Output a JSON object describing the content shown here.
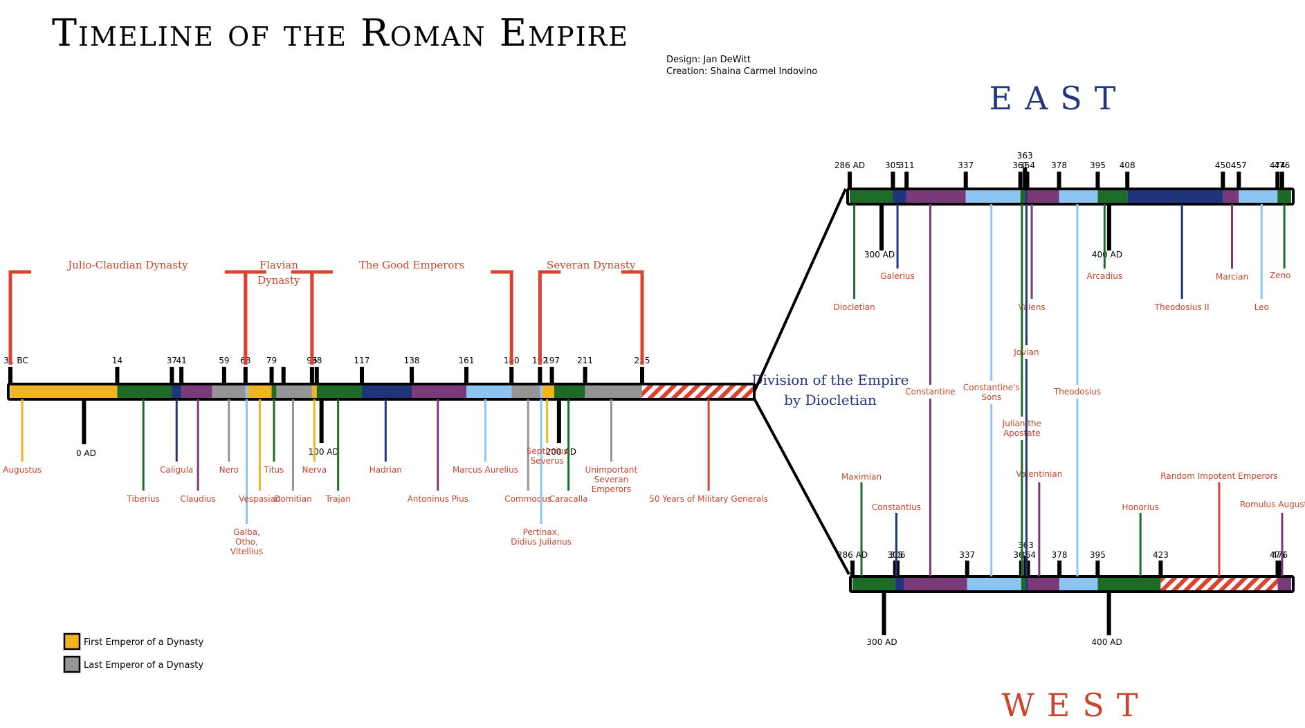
{
  "title": "Timeline of the Roman Empire",
  "credits": [
    "Design: Jan DeWitt",
    "Creation: Shaina Carmel Indovino"
  ],
  "labels": {
    "east": "EAST",
    "west": "WEST",
    "division": [
      "Division of the Empire",
      "by Diocletian"
    ]
  },
  "colors": {
    "gold": "#f0b323",
    "darkgreen": "#1d6b27",
    "navy": "#1f3479",
    "purple": "#7a3a7a",
    "gray": "#959595",
    "lightblue": "#8cc6f0",
    "red": "#d9432f",
    "black": "#000000",
    "text_red": "#c8452e",
    "text_blue": "#22357f"
  },
  "legend": [
    {
      "color": "gold",
      "label": "First Emperor of a Dynasty"
    },
    {
      "color": "gray",
      "label": "Last Emperor of a Dynasty"
    }
  ],
  "main": {
    "scale": [
      -31,
      235
    ],
    "segments": [
      {
        "from": -31,
        "to": 14,
        "color": "gold"
      },
      {
        "from": 14,
        "to": 37,
        "color": "darkgreen"
      },
      {
        "from": 37,
        "to": 41,
        "color": "navy"
      },
      {
        "from": 41,
        "to": 54,
        "color": "purple"
      },
      {
        "from": 54,
        "to": 68,
        "color": "gray"
      },
      {
        "from": 68,
        "to": 69,
        "color": "lightblue"
      },
      {
        "from": 69,
        "to": 79,
        "color": "gold"
      },
      {
        "from": 79,
        "to": 81,
        "color": "darkgreen"
      },
      {
        "from": 81,
        "to": 96,
        "color": "gray"
      },
      {
        "from": 96,
        "to": 98,
        "color": "gold"
      },
      {
        "from": 98,
        "to": 117,
        "color": "darkgreen"
      },
      {
        "from": 117,
        "to": 138,
        "color": "navy"
      },
      {
        "from": 138,
        "to": 161,
        "color": "purple"
      },
      {
        "from": 161,
        "to": 180,
        "color": "lightblue"
      },
      {
        "from": 180,
        "to": 192,
        "color": "gray"
      },
      {
        "from": 192,
        "to": 193,
        "color": "lightblue"
      },
      {
        "from": 193,
        "to": 198,
        "color": "gold"
      },
      {
        "from": 198,
        "to": 211,
        "color": "darkgreen"
      },
      {
        "from": 211,
        "to": 235,
        "color": "gray"
      }
    ],
    "hatched_end_label": "50 Years of Military Generals",
    "ticks": [
      {
        "year": -31,
        "label": "31 BC"
      },
      {
        "year": 14,
        "label": "14"
      },
      {
        "year": 37,
        "label": "37"
      },
      {
        "year": 41,
        "label": "41"
      },
      {
        "year": 59,
        "label": "59"
      },
      {
        "year": 68,
        "label": "68"
      },
      {
        "year": 79,
        "label": "79"
      },
      {
        "year": 84,
        "label": ""
      },
      {
        "year": 96,
        "label": "96"
      },
      {
        "year": 98,
        "label": "98"
      },
      {
        "year": 117,
        "label": "117"
      },
      {
        "year": 138,
        "label": "138"
      },
      {
        "year": 161,
        "label": "161"
      },
      {
        "year": 180,
        "label": "180"
      },
      {
        "year": 192,
        "label": "192"
      },
      {
        "year": 197,
        "label": "197"
      },
      {
        "year": 211,
        "label": "211"
      },
      {
        "year": 235,
        "label": "235"
      }
    ],
    "markers": [
      {
        "year": 0,
        "label": "0 AD"
      },
      {
        "year": 100,
        "label": "100 AD"
      },
      {
        "year": 200,
        "label": "200 AD"
      }
    ],
    "emperors": [
      {
        "year": -26,
        "color": "gold",
        "label": "Augustus"
      },
      {
        "year": 25,
        "color": "darkgreen",
        "label": "Tiberius"
      },
      {
        "year": 39,
        "color": "navy",
        "label": "Caligula"
      },
      {
        "year": 48,
        "color": "purple",
        "label": "Claudius"
      },
      {
        "year": 61,
        "color": "gray",
        "label": "Nero"
      },
      {
        "year": 68.5,
        "color": "lightblue",
        "label": "Galba,\nOtho,\nVitellius"
      },
      {
        "year": 74,
        "color": "gold",
        "label": "Vespasian"
      },
      {
        "year": 80,
        "color": "darkgreen",
        "label": "Titus"
      },
      {
        "year": 88,
        "color": "gray",
        "label": "Domitian"
      },
      {
        "year": 97,
        "color": "gold",
        "label": "Nerva"
      },
      {
        "year": 107,
        "color": "darkgreen",
        "label": "Trajan"
      },
      {
        "year": 127,
        "color": "navy",
        "label": "Hadrian"
      },
      {
        "year": 149,
        "color": "purple",
        "label": "Antoninus Pius"
      },
      {
        "year": 169,
        "color": "lightblue",
        "label": "Marcus Aurelius"
      },
      {
        "year": 187,
        "color": "gray",
        "label": "Commodus"
      },
      {
        "year": 192.5,
        "color": "lightblue",
        "label": "Pertinax,\nDidius Julianus"
      },
      {
        "year": 195,
        "color": "gold",
        "label": "Septimius\nSeverus"
      },
      {
        "year": 204,
        "color": "darkgreen",
        "label": "Caracalla"
      },
      {
        "year": 222,
        "color": "gray",
        "label": "Unimportant\nSeveran\nEmperors"
      },
      {
        "year": 263,
        "color": "red",
        "label": "50 Years of Military Generals"
      }
    ],
    "dynasties": [
      {
        "label": "Julio-Claudian Dynasty",
        "from": -31,
        "to": 68
      },
      {
        "label": "Flavian\nDynasty",
        "from": 68,
        "to": 96
      },
      {
        "label": "The Good Emperors",
        "from": 96,
        "to": 180
      },
      {
        "label": "Severan Dynasty",
        "from": 192,
        "to": 235
      }
    ]
  },
  "east": {
    "scale": [
      286,
      480
    ],
    "segments": [
      {
        "from": 286,
        "to": 305,
        "color": "darkgreen"
      },
      {
        "from": 305,
        "to": 311,
        "color": "navy"
      },
      {
        "from": 311,
        "to": 337,
        "color": "purple"
      },
      {
        "from": 337,
        "to": 361,
        "color": "lightblue"
      },
      {
        "from": 361,
        "to": 363,
        "color": "darkgreen"
      },
      {
        "from": 363,
        "to": 364,
        "color": "navy"
      },
      {
        "from": 364,
        "to": 378,
        "color": "purple"
      },
      {
        "from": 378,
        "to": 395,
        "color": "lightblue"
      },
      {
        "from": 395,
        "to": 408,
        "color": "darkgreen"
      },
      {
        "from": 408,
        "to": 450,
        "color": "navy"
      },
      {
        "from": 450,
        "to": 457,
        "color": "purple"
      },
      {
        "from": 457,
        "to": 474,
        "color": "lightblue"
      },
      {
        "from": 474,
        "to": 480,
        "color": "darkgreen"
      }
    ],
    "ticks": [
      {
        "year": 286,
        "label": "286 AD"
      },
      {
        "year": 305,
        "label": "305"
      },
      {
        "year": 311,
        "label": "311"
      },
      {
        "year": 337,
        "label": "337"
      },
      {
        "year": 361,
        "label": "361"
      },
      {
        "year": 363,
        "label": "363"
      },
      {
        "year": 364,
        "label": "364"
      },
      {
        "year": 378,
        "label": "378"
      },
      {
        "year": 395,
        "label": "395"
      },
      {
        "year": 408,
        "label": "408"
      },
      {
        "year": 450,
        "label": "450"
      },
      {
        "year": 457,
        "label": "457"
      },
      {
        "year": 474,
        "label": "474"
      },
      {
        "year": 476,
        "label": "476"
      }
    ],
    "markers": [
      {
        "year": 300,
        "label": "300 AD"
      },
      {
        "year": 400,
        "label": "400 AD"
      }
    ],
    "emperors": [
      {
        "year": 288,
        "color": "darkgreen",
        "label": "Diocletian"
      },
      {
        "year": 307,
        "color": "navy",
        "label": "Galerius"
      },
      {
        "year": 366,
        "color": "purple",
        "label": "Valens"
      },
      {
        "year": 398,
        "color": "darkgreen",
        "label": "Arcadius"
      },
      {
        "year": 432,
        "color": "navy",
        "label": "Theodosius II"
      },
      {
        "year": 454,
        "color": "purple",
        "label": "Marcian"
      },
      {
        "year": 467,
        "color": "lightblue",
        "label": "Leo"
      },
      {
        "year": 477,
        "color": "darkgreen",
        "label": "Zeno"
      }
    ]
  },
  "west": {
    "scale": [
      286,
      481
    ],
    "segments": [
      {
        "from": 286,
        "to": 305,
        "color": "darkgreen"
      },
      {
        "from": 305,
        "to": 309,
        "color": "navy"
      },
      {
        "from": 309,
        "to": 337,
        "color": "purple"
      },
      {
        "from": 337,
        "to": 361,
        "color": "lightblue"
      },
      {
        "from": 361,
        "to": 363,
        "color": "darkgreen"
      },
      {
        "from": 363,
        "to": 364,
        "color": "navy"
      },
      {
        "from": 364,
        "to": 378,
        "color": "purple"
      },
      {
        "from": 378,
        "to": 395,
        "color": "lightblue"
      },
      {
        "from": 395,
        "to": 423,
        "color": "darkgreen"
      },
      {
        "from": 475,
        "to": 481,
        "color": "purple"
      }
    ],
    "hatched": {
      "from": 423,
      "to": 475
    },
    "ticks": [
      {
        "year": 286,
        "label": "286 AD"
      },
      {
        "year": 305,
        "label": "305"
      },
      {
        "year": 306,
        "label": "306"
      },
      {
        "year": 337,
        "label": "337"
      },
      {
        "year": 361,
        "label": "361"
      },
      {
        "year": 363,
        "label": "363"
      },
      {
        "year": 364,
        "label": "364"
      },
      {
        "year": 378,
        "label": "378"
      },
      {
        "year": 395,
        "label": "395"
      },
      {
        "year": 423,
        "label": "423"
      },
      {
        "year": 475,
        "label": "475"
      },
      {
        "year": 476,
        "label": "476"
      }
    ],
    "markers": [
      {
        "year": 300,
        "label": "300 AD"
      },
      {
        "year": 400,
        "label": "400 AD"
      }
    ],
    "emperors": [
      {
        "year": 290,
        "color": "darkgreen",
        "label": "Maximian"
      },
      {
        "year": 305.5,
        "color": "navy",
        "label": "Constantius"
      },
      {
        "year": 369,
        "color": "purple",
        "label": "Valentinian"
      },
      {
        "year": 414,
        "color": "darkgreen",
        "label": "Honorius"
      },
      {
        "year": 449,
        "color": "red",
        "label": "Random Impotent Emperors"
      },
      {
        "year": 477,
        "color": "purple",
        "label": "Romulus Augustulus"
      }
    ]
  },
  "shared": [
    {
      "year": 321,
      "color": "purple",
      "label": "Constantine"
    },
    {
      "year": 348,
      "color": "lightblue",
      "label": "Constantine's\nSons"
    },
    {
      "year": 361.5,
      "color": "darkgreen",
      "label": "Julian the\nApostate"
    },
    {
      "year": 363.5,
      "color": "navy",
      "label": "Jovian"
    },
    {
      "year": 386,
      "color": "lightblue",
      "label": "Theodosius"
    }
  ]
}
